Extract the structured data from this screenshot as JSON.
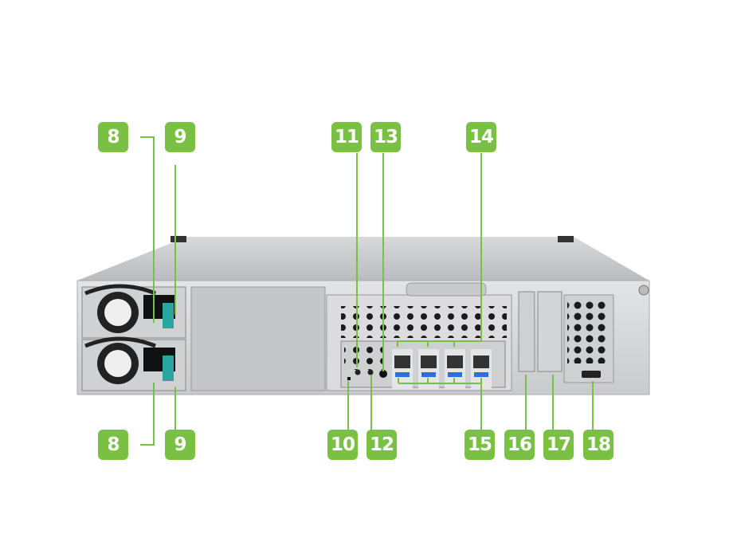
{
  "title": "NAS rear panel diagram",
  "accent_color": "#7ac143",
  "callouts": {
    "top": [
      "8",
      "9",
      "11",
      "13",
      "14"
    ],
    "bottom": [
      "8",
      "9",
      "10",
      "12",
      "15",
      "16",
      "17",
      "18"
    ]
  }
}
